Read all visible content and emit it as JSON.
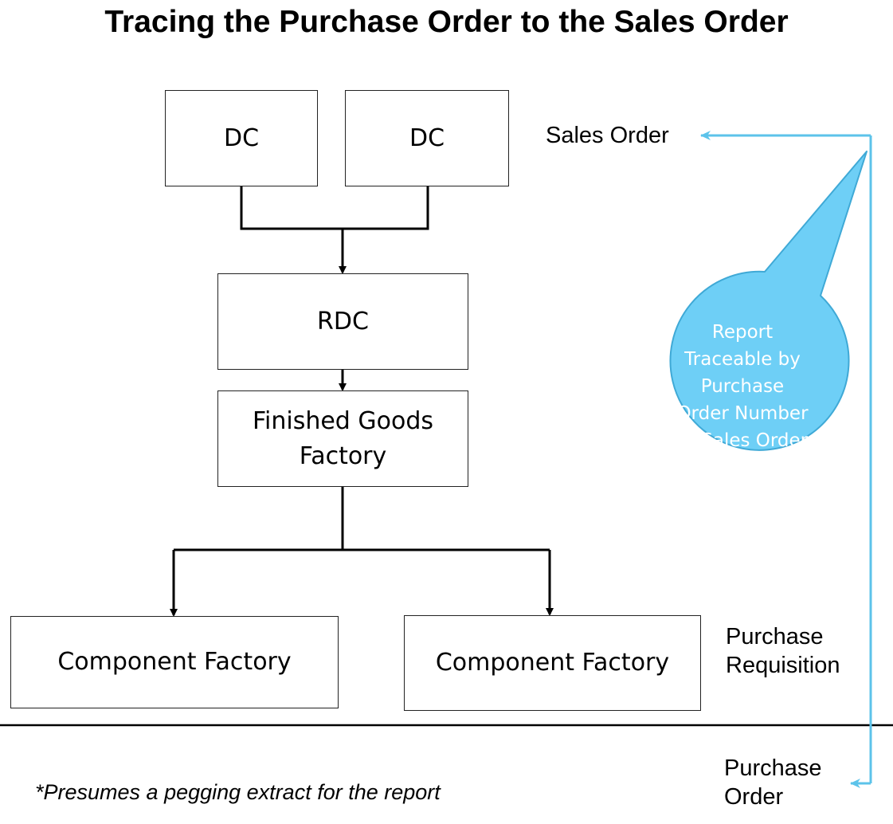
{
  "title": "Tracing the Purchase Order to the Sales Order",
  "nodes": {
    "dc_left": "DC",
    "dc_right": "DC",
    "rdc": "RDC",
    "finished_goods_line1": "Finished Goods",
    "finished_goods_line2": "Factory",
    "component_left": "Component Factory",
    "component_right": "Component Factory"
  },
  "labels": {
    "sales_order": "Sales Order",
    "purchase_requisition_line1": "Purchase",
    "purchase_requisition_line2": "Requisition",
    "purchase_order_line1": "Purchase",
    "purchase_order_line2": "Order"
  },
  "callout": {
    "lines": [
      "Report",
      "Traceable by",
      "Purchase",
      "Order Number",
      "to Sales Order"
    ]
  },
  "footnote": "*Presumes a pegging extract for the report",
  "colors": {
    "callout_fill": "#6ECFF6",
    "callout_border": "#3FA9D6",
    "trace_line": "#5CC3EA",
    "callout_text": "#ffffff",
    "box_border": "#222222"
  }
}
